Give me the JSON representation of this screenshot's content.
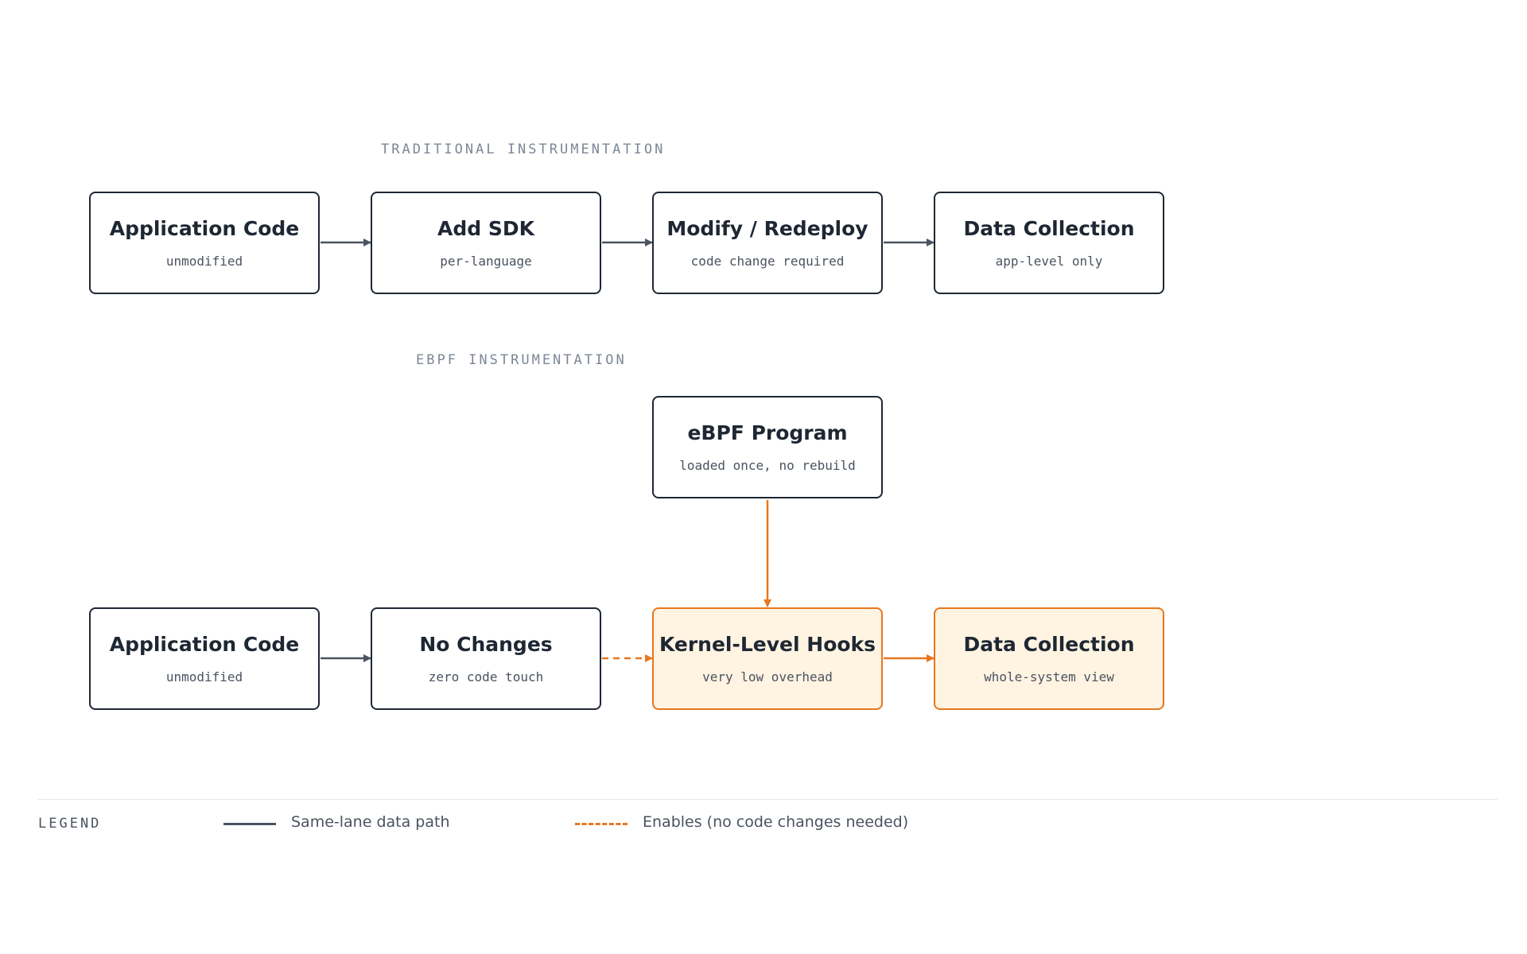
{
  "lanes": {
    "traditional": {
      "title": "TRADITIONAL INSTRUMENTATION",
      "nodes": [
        {
          "title": "Application Code",
          "subtitle": "unmodified"
        },
        {
          "title": "Add SDK",
          "subtitle": "per-language"
        },
        {
          "title": "Modify / Redeploy",
          "subtitle": "code change required"
        },
        {
          "title": "Data Collection",
          "subtitle": "app-level only"
        }
      ]
    },
    "ebpf": {
      "title": "EBPF INSTRUMENTATION",
      "program": {
        "title": "eBPF Program",
        "subtitle": "loaded once, no rebuild"
      },
      "nodes": [
        {
          "title": "Application Code",
          "subtitle": "unmodified"
        },
        {
          "title": "No Changes",
          "subtitle": "zero code touch"
        },
        {
          "title": "Kernel-Level Hooks",
          "subtitle": "very low overhead"
        },
        {
          "title": "Data Collection",
          "subtitle": "whole-system view"
        }
      ]
    }
  },
  "edges": [
    {
      "from": "traditional.0",
      "to": "traditional.1",
      "style": "solid"
    },
    {
      "from": "traditional.1",
      "to": "traditional.2",
      "style": "solid"
    },
    {
      "from": "traditional.2",
      "to": "traditional.3",
      "style": "solid"
    },
    {
      "from": "ebpf.program",
      "to": "ebpf.2",
      "style": "solid-accent"
    },
    {
      "from": "ebpf.0",
      "to": "ebpf.1",
      "style": "solid"
    },
    {
      "from": "ebpf.1",
      "to": "ebpf.2",
      "style": "dashed-accent"
    },
    {
      "from": "ebpf.2",
      "to": "ebpf.3",
      "style": "solid-accent"
    }
  ],
  "highlighted_nodes": [
    "ebpf.2",
    "ebpf.3"
  ],
  "legend": {
    "title": "LEGEND",
    "items": [
      {
        "label": "Same-lane data path",
        "style": "solid"
      },
      {
        "label": "Enables (no code changes needed)",
        "style": "dashed"
      }
    ]
  },
  "colors": {
    "ink": "#1e2733",
    "muted": "#7d8796",
    "edge": "#4a5360",
    "accent": "#e8771f",
    "highlight_fill": "#fff3e2"
  }
}
